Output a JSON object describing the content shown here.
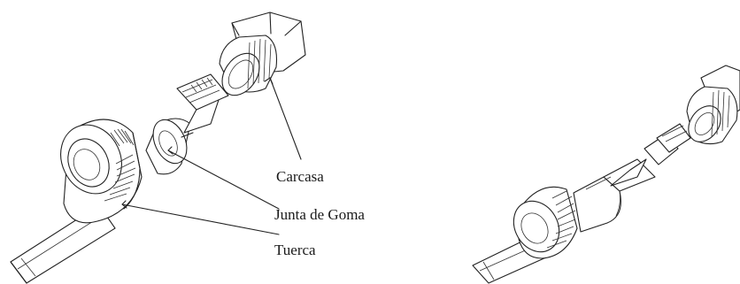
{
  "labels": {
    "housing": "Carcasa",
    "rubber_seal": "Junta de Goma",
    "nut": "Tuerca"
  },
  "colors": {
    "line": "#222222",
    "text": "#1a1a1a",
    "background": "#ffffff"
  }
}
